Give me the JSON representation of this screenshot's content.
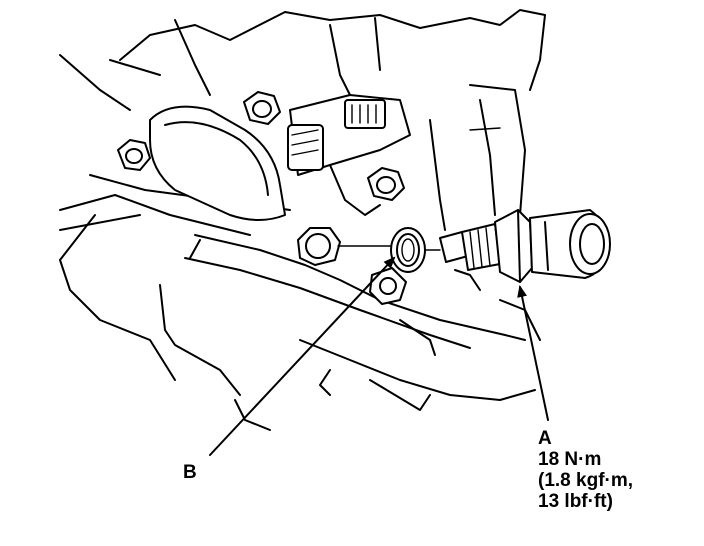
{
  "callouts": {
    "a": {
      "letter": "A",
      "torque_line1": "18 N·m",
      "torque_line2": "(1.8 kgf·m,",
      "torque_line3": "13 lbf·ft)"
    },
    "b": {
      "letter": "B"
    }
  },
  "colors": {
    "ink": "#000000",
    "background": "#ffffff"
  }
}
